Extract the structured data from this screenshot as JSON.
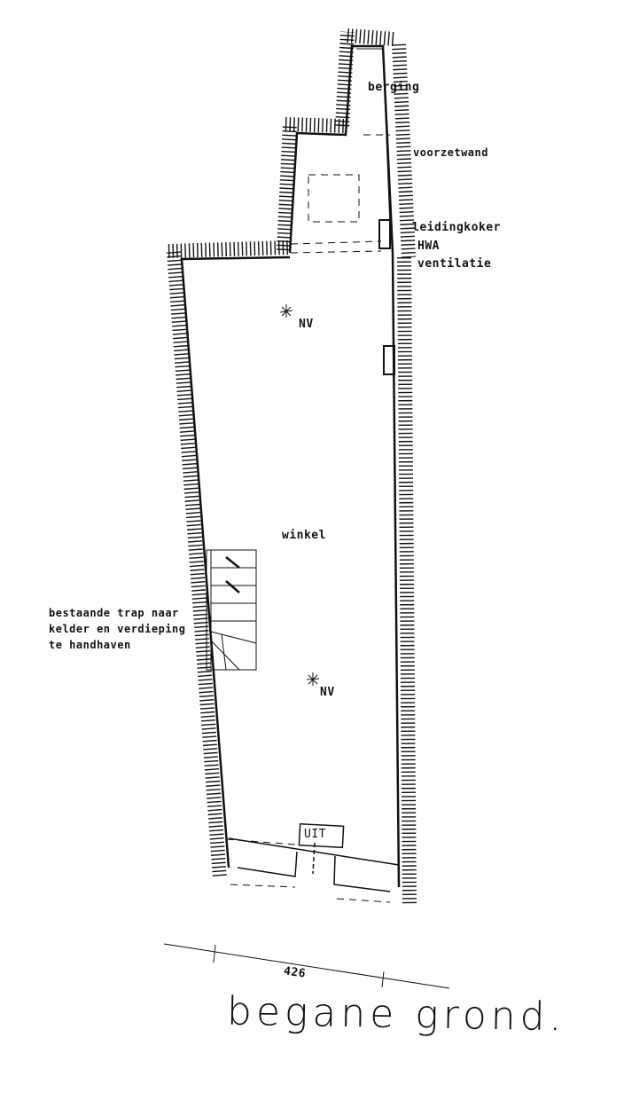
{
  "plan": {
    "title": "begane grond.",
    "dimension": "426",
    "rooms": {
      "storage": "berging",
      "shop": "winkel"
    },
    "labels": {
      "front_wall": "voorzetwand",
      "duct": "leidingkoker",
      "downpipe": "HWA",
      "ventilation": "ventilatie",
      "nv_top": "NV",
      "nv_bottom": "NV",
      "exit": "UIT"
    },
    "stair_note": [
      "bestaande trap naar",
      "kelder en verdieping",
      "te handhaven"
    ]
  }
}
